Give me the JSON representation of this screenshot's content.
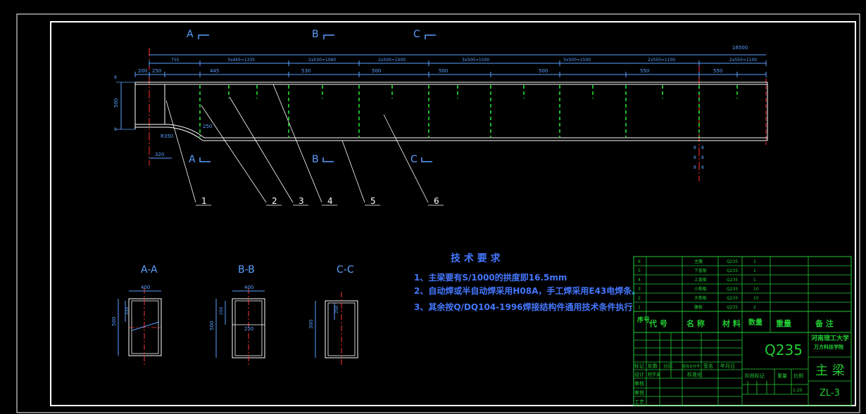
{
  "colors": {
    "background": "#000000",
    "frame": "#ffffff",
    "dimension": "#5aa0ff",
    "stiffener": "#22dd33",
    "axis": "#ff3030",
    "table_grid": "#22cc33",
    "title_text": "#22cc33",
    "tech_text": "#4477ff"
  },
  "section_marks": {
    "top": [
      "A",
      "B",
      "C"
    ],
    "bottom": [
      "A",
      "B",
      "C"
    ]
  },
  "dimensions": {
    "overall": "16500",
    "spans": [
      "755",
      "3x445=1335",
      "2x530=1060",
      "2x500=1000",
      "3x500=1500",
      "3x500=1500",
      "2x550=1100",
      "2x550=1100"
    ],
    "stiffener_spacing": [
      "200",
      "250",
      "445",
      "530",
      "500",
      "500",
      "500",
      "550",
      "550"
    ],
    "left_height": "500",
    "left_bottom": "320",
    "left_radius": "R350",
    "web_label": "250"
  },
  "callouts": [
    "1",
    "2",
    "3",
    "4",
    "5",
    "6"
  ],
  "sections": [
    {
      "title": "A-A",
      "width": "400",
      "height": "500",
      "inner": "350"
    },
    {
      "title": "B-B",
      "width": "400",
      "height": "500",
      "inner": "250",
      "inner2": "250"
    },
    {
      "title": "C-C",
      "width": "",
      "height": "300",
      "inner": "250"
    }
  ],
  "tech_requirements": {
    "title": "技 术 要 求",
    "items": [
      "1、主梁要有S/1000的拱度即16.5mm",
      "2、自动焊或半自动焊采用H08A，手工焊采用E43电焊条。",
      "3、其余按Q/DQ104-1996焊接结构件通用技术条件执行"
    ]
  },
  "bom": {
    "rows": [
      {
        "no": "6",
        "name": "主腹",
        "material": "Q235",
        "qty": "1"
      },
      {
        "no": "5",
        "name": "下盖板",
        "material": "Q235",
        "qty": "1"
      },
      {
        "no": "4",
        "name": "上盖板",
        "material": "Q235",
        "qty": "1"
      },
      {
        "no": "3",
        "name": "小筋板",
        "material": "Q235",
        "qty": "10"
      },
      {
        "no": "2",
        "name": "大筋板",
        "material": "Q235",
        "qty": "10"
      },
      {
        "no": "1",
        "name": "腹板",
        "material": "Q235",
        "qty": "2"
      }
    ],
    "headers": [
      "序号",
      "代 号",
      "名 称",
      "材 料",
      "数量",
      "重量",
      "备 注"
    ]
  },
  "title_block": {
    "material": "Q235",
    "school": "河南理工大学",
    "dept": "万方科技学院",
    "part_name": "主 梁",
    "drawing_no": "ZL-3",
    "scale": "1:20",
    "labels": {
      "mark": "标记",
      "count": "处数",
      "zone": "分区",
      "doc": "更改文件号",
      "sign": "签名",
      "date": "年月日",
      "design": "设计",
      "designer": "程学波",
      "std": "标准化",
      "stage": "阶段标记",
      "weight": "重量",
      "ratio": "比例",
      "check": "审核",
      "review": "审核",
      "process": "工艺"
    }
  }
}
